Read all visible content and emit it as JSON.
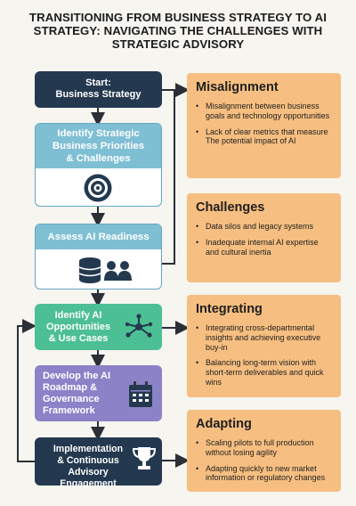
{
  "title": {
    "line1": "TRANSITIONING FROM BUSINESS STRATEGY TO AI",
    "line2": "STRATEGY: NAVIGATING THE CHALLENGES WITH",
    "line3": "STRATEGIC ADVISORY"
  },
  "steps": {
    "start": {
      "line1": "Start:",
      "line2": "Business Strategy"
    },
    "identify_priorities": {
      "line1": "Identify Strategic",
      "line2": "Business Priorities",
      "line3": "& Challenges",
      "icon": "target-icon"
    },
    "assess": {
      "label": "Assess AI Readiness",
      "icon": "database-people-icon"
    },
    "identify_ai": {
      "line1": "Identify AI",
      "line2": "Opportunities",
      "line3": "& Use Cases",
      "icon": "network-icon"
    },
    "roadmap": {
      "line1": "Develop the AI",
      "line2": "Roadmap &",
      "line3": "Governance",
      "line4": "Framework",
      "icon": "calendar-icon"
    },
    "implementation": {
      "line1": "Implementation",
      "line2": "& Continuous",
      "line3": "Advisory Engagement",
      "icon": "trophy-icon"
    }
  },
  "panels": {
    "misalignment": {
      "title": "Misalignment",
      "items": [
        "Misalignment between business goals and technology opportunities",
        "Lack of clear metrics that measure The potential impact of AI"
      ]
    },
    "challenges": {
      "title": "Challenges",
      "items": [
        "Data silos and legacy systems",
        "Inadequate internal AI expertise and cultural inertia"
      ]
    },
    "integrating": {
      "title": "Integrating",
      "items": [
        "Integrating cross-departmental insights and achieving executive buy-in",
        "Balancing long-term vision with short-term deliverables and quick wins"
      ]
    },
    "adapting": {
      "title": "Adapting",
      "items": [
        "Scaling pilots to full production without losing agility",
        "Adapting quickly to new market information or regulatory changes"
      ]
    }
  },
  "colors": {
    "navy": "#24394f",
    "teal": "#7fbfd4",
    "green": "#4dbf95",
    "purple": "#8c82c8",
    "orange": "#f6be80",
    "background": "#f6f5f0"
  }
}
